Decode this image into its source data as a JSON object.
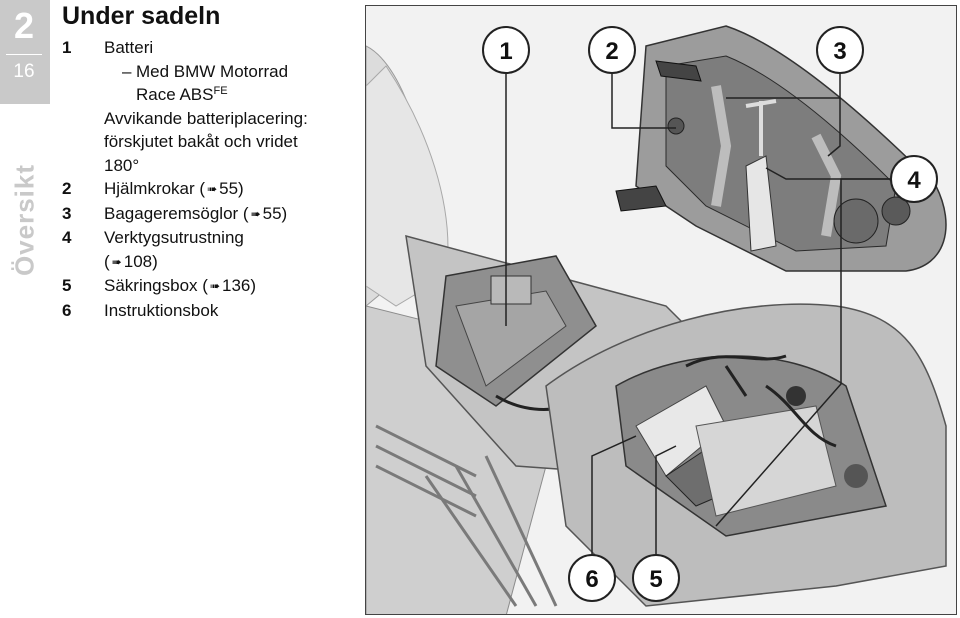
{
  "chapter": {
    "number": "2",
    "page": "16",
    "side_label": "Översikt"
  },
  "section_title": "Under sadeln",
  "legend": {
    "item1": {
      "num": "1",
      "text": "Batteri"
    },
    "item1_sub1": "Med BMW Motorrad",
    "item1_sub2": "Race ABS",
    "item1_sub2_sup": "FE",
    "item1_note1": "Avvikande batteriplacering:",
    "item1_note2": "förskjutet bakåt och vridet",
    "item1_note3": "180°",
    "item2": {
      "num": "2",
      "text": "Hjälmkrokar (",
      "ref": "55)"
    },
    "item3": {
      "num": "3",
      "text": "Bagageremsöglor (",
      "ref": "55)"
    },
    "item4": {
      "num": "4",
      "text": "Verktygsutrustning",
      "text2": "(",
      "ref": "108)"
    },
    "item5": {
      "num": "5",
      "text": "Säkringsbox (",
      "ref": "136)"
    },
    "item6": {
      "num": "6",
      "text": "Instruktionsbok"
    },
    "arrow_glyph": "➠"
  },
  "figure": {
    "callouts": [
      "1",
      "2",
      "3",
      "4",
      "6",
      "5"
    ]
  }
}
